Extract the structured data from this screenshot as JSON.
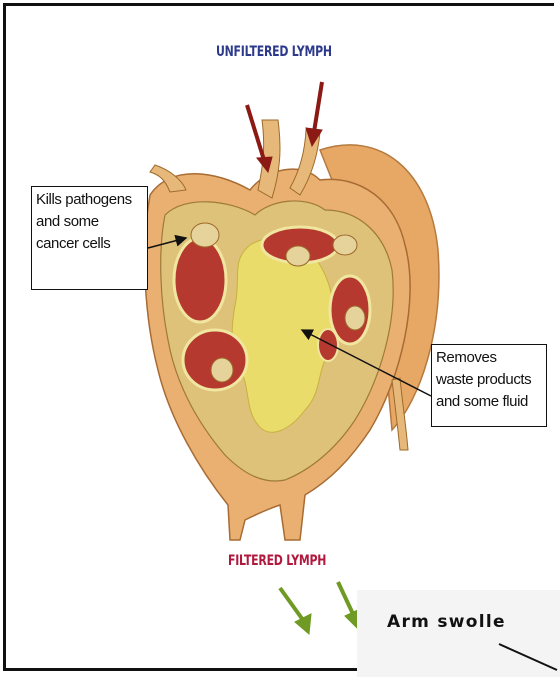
{
  "labels": {
    "unfiltered": "UNFILTERED LYMPH",
    "filtered": "FILTERED LYMPH",
    "kills": [
      "Kills pathogens",
      "and some",
      "cancer cells"
    ],
    "removes": [
      "Removes",
      "waste products",
      "and some fluid"
    ],
    "arm": "Arm swolle"
  },
  "colors": {
    "unfiltered_text": "#2d3a8c",
    "filtered_text": "#b0183e",
    "inflow_arrow": "#8b1a14",
    "outflow_arrow": "#6f9a23",
    "node_body": "#e9b071",
    "node_capsule": "#d89a5c",
    "medulla": "#e9dc6a",
    "follicle": "#b5392f"
  }
}
